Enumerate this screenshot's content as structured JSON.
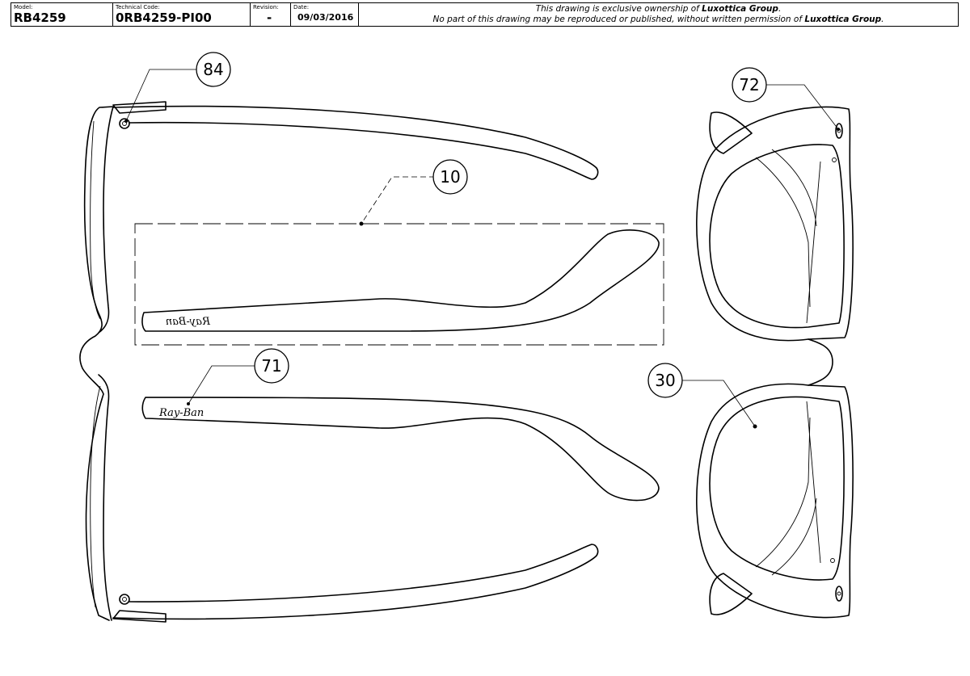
{
  "title_block": {
    "model": {
      "label": "Model:",
      "value": "RB4259"
    },
    "technical_code": {
      "label": "Technical Code:",
      "value": "0RB4259-PI00"
    },
    "revision": {
      "label": "Revision:",
      "value": "-"
    },
    "date": {
      "label": "Date:",
      "value": "09/03/2016"
    },
    "notice": {
      "line1_pre": "This drawing is exclusive ownership of ",
      "line1_owner": "Luxottica Group",
      "line1_post": ".",
      "line2_pre": "No part of this drawing may be reproduced or published, without written permission of ",
      "line2_owner": "Luxottica Group",
      "line2_post": "."
    }
  },
  "callouts": {
    "c84": "84",
    "c10": "10",
    "c71": "71",
    "c72": "72",
    "c30": "30"
  },
  "logos": {
    "temple_logo": "Ray-Ban",
    "temple_logo_mirrored": "Ray-Ban"
  }
}
